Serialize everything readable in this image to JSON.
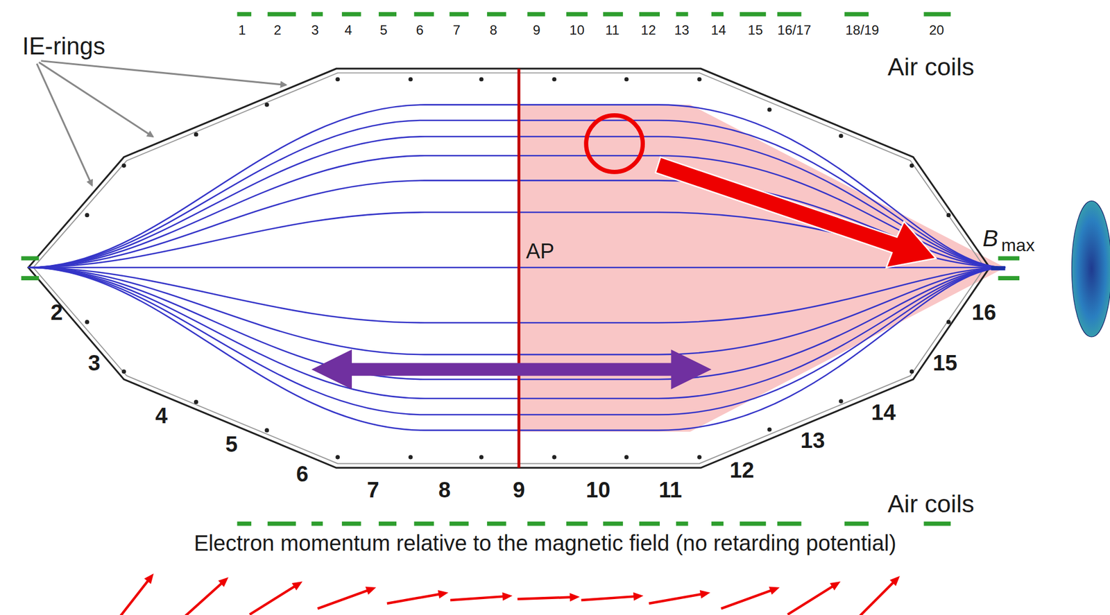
{
  "diagram": {
    "caption": "Electron momentum relative to the magnetic field (no retarding potential)",
    "labels": [
      "IE-rings",
      "1",
      "2",
      "3",
      "4",
      "5",
      "6",
      "7",
      "8",
      "9",
      "10",
      "11",
      "12",
      "13",
      "14",
      "15",
      "16/17",
      "18/19",
      "20",
      "Air coils",
      "AP",
      "B",
      "max",
      "2",
      "3",
      "4",
      "5",
      "6",
      "7",
      "8",
      "9",
      "10",
      "11",
      "12",
      "13",
      "14",
      "15",
      "16",
      "Air coils"
    ]
  }
}
